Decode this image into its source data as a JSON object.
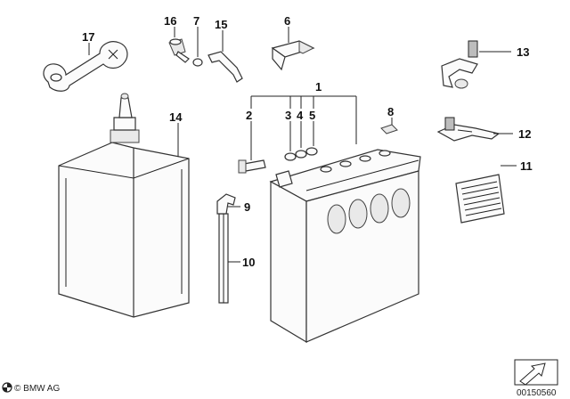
{
  "diagram": {
    "callouts": [
      "1",
      "2",
      "3",
      "4",
      "5",
      "6",
      "7",
      "8",
      "9",
      "10",
      "11",
      "12",
      "13",
      "14",
      "15",
      "16",
      "17"
    ],
    "footer": {
      "copyright": "© BMW AG",
      "drawing_number": "00150560"
    }
  }
}
